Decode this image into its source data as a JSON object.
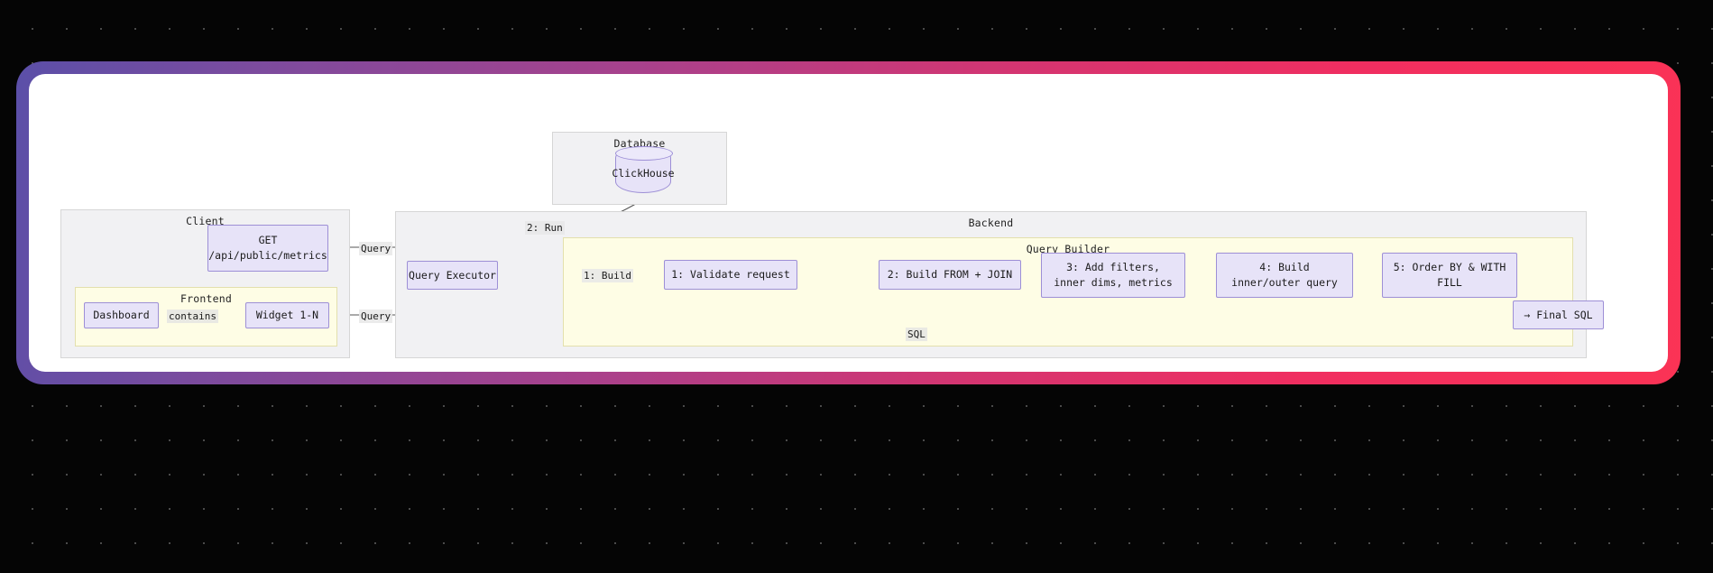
{
  "background": {
    "dot_color": "#4a4a4a",
    "page_color": "#050505"
  },
  "card": {
    "border_gradient_from": "#5b4fa8",
    "border_gradient_to": "#fb3355",
    "surface_color": "#ffffff"
  },
  "diagram": {
    "type": "sequence-flow-diagram",
    "node_fill": "#e7e3f8",
    "node_stroke": "#9d8fd6",
    "cluster_fill": "#f1f1f3",
    "cluster_yellow_fill": "#fefde5",
    "clusters": [
      {
        "id": "client",
        "label": "Client"
      },
      {
        "id": "frontend",
        "label": "Frontend"
      },
      {
        "id": "database",
        "label": "Database"
      },
      {
        "id": "backend",
        "label": "Backend"
      },
      {
        "id": "querybuilder",
        "label": "Query Builder"
      }
    ],
    "nodes": [
      {
        "id": "api",
        "line1": "GET",
        "line2": "/api/public/metrics"
      },
      {
        "id": "dashboard",
        "line1": "Dashboard",
        "line2": ""
      },
      {
        "id": "widget",
        "line1": "Widget 1-N",
        "line2": ""
      },
      {
        "id": "clickhouse",
        "line1": "ClickHouse",
        "line2": ""
      },
      {
        "id": "executor",
        "line1": "Query Executor",
        "line2": ""
      },
      {
        "id": "step1",
        "line1": "1: Validate request",
        "line2": ""
      },
      {
        "id": "step2",
        "line1": "2: Build FROM + JOIN",
        "line2": ""
      },
      {
        "id": "step3",
        "line1": "3: Add filters,",
        "line2": "inner dims, metrics"
      },
      {
        "id": "step4",
        "line1": "4: Build",
        "line2": "inner/outer query"
      },
      {
        "id": "step5",
        "line1": "5: Order BY & WITH",
        "line2": "FILL"
      },
      {
        "id": "finalsql",
        "line1": "→ Final SQL",
        "line2": ""
      }
    ],
    "edge_labels": [
      {
        "id": "contains",
        "text": "contains"
      },
      {
        "id": "query-top",
        "text": "Query"
      },
      {
        "id": "query-bottom",
        "text": "Query"
      },
      {
        "id": "run",
        "text": "2: Run"
      },
      {
        "id": "build",
        "text": "1: Build"
      },
      {
        "id": "sql",
        "text": "SQL"
      }
    ]
  }
}
